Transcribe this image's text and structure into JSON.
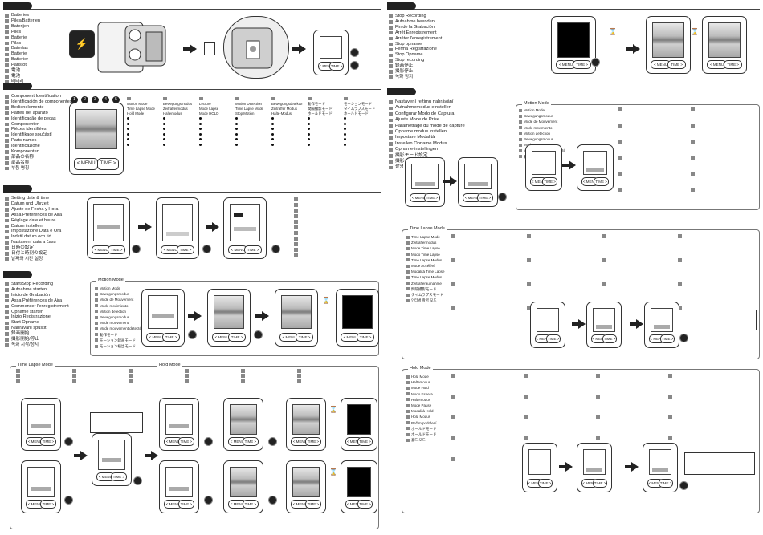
{
  "sections": {
    "batteries": {
      "languages": [
        "Batteries",
        "Piles/Batterien",
        "Baterijen",
        "Piles",
        "Batterie",
        "Pilas",
        "Baterías",
        "Batterie",
        "Batterier",
        "Paristot",
        "電池",
        "電池",
        "배터리"
      ]
    },
    "components": {
      "languages": [
        "Component Identification",
        "Identificación de componentes",
        "Bedienelemente",
        "Partes del aparato",
        "Identificação de peças",
        "Componenten",
        "Pièces identifiées",
        "Identifikace součástí",
        "Parts names",
        "Identificazione",
        "Komponenten",
        "部品の名称",
        "部品名称",
        "부품 명칭"
      ],
      "callouts": [
        "1",
        "2",
        "3",
        "4",
        "5"
      ],
      "mode_labels": [
        "Motion Mode",
        "Time Lapse Mode",
        "Hold Mode",
        "Bewegungsmodus",
        "Zeitraffermodus",
        "Haltemodus",
        "Lecture",
        "Mode Lapse",
        "Mode HOLD",
        "Motion Detection",
        "Time Lapse Mode",
        "Stop Motion",
        "Bewegungsdetektor",
        "Zeitraffer Modus",
        "Halte-Modus",
        "動作モード",
        "間隔撮影モード",
        "ホールドモード",
        "モーションモード",
        "タイムラプスモード",
        "ホールドモード"
      ]
    },
    "datetime": {
      "languages": [
        "Setting date & time",
        "Datum und Uhrzeit",
        "Ajuste de Fecha y Hora",
        "Assa Préférences de Aira",
        "Réglage date et heure",
        "Datum instellen",
        "Impostazione Data e Ora",
        "Indstil datum och tid",
        "Nastavení data a času",
        "日時の設定",
        "日付と時刻の設定",
        "날짜와 시간 설정"
      ]
    },
    "start_stop": {
      "languages": [
        "Start/Stop Recording",
        "Aufnahme starten",
        "Inicio de Grabación",
        "Assa Préférences de Aira",
        "Commencer l'enregistrement",
        "Opname starten",
        "Inizio Registrazione",
        "Start Opname",
        "Nahrávání spustit",
        "録画開始",
        "撮影開始/停止",
        "녹화 시작/정지"
      ],
      "panel_title": "Motion Mode",
      "panel_items": [
        "Motion Mode",
        "Bewegungsmodus",
        "Mode de Mouvement",
        "Modo movimiento",
        "Motion detection",
        "Bewegungsmodus",
        "Mode mouvement",
        "Mode mouvement détecté",
        "動作モード",
        "モーション録画モード",
        "モーション検出モード"
      ]
    },
    "stop_rec": {
      "languages": [
        "Stop Recording",
        "Aufnahme beenden",
        "Fin de la Grabación",
        "Arrêt Enregistrement",
        "Arrêter l'enregistrement",
        "Stop opname",
        "Ferma Registrazione",
        "Stop Opname",
        "Stop recording",
        "録画停止",
        "撮影停止",
        "녹화 정지"
      ]
    },
    "time_lapse_panel": {
      "title": "Time Lapse Mode",
      "items": [
        "Time Lapse Mode",
        "Zeitraffermodus",
        "Mode Time Lapse",
        "Modo Time Lapse",
        "Time Lapse Modus",
        "Mode Accéléré",
        "Modalità Time Lapse",
        "Time Lapse Modus",
        "Zeitrafferaufnahme",
        "間隔撮影モード",
        "タイムラプスモード",
        "인터벌 촬영 모드"
      ]
    },
    "hold_panel": {
      "title": "Hold Mode",
      "items": [
        "Hold Mode",
        "Haltemodus",
        "Mode Hold",
        "Modo Espera",
        "Haltemodus",
        "Mode Pause",
        "Modalità Hold",
        "Hold Modus",
        "Režim podržení",
        "ホールドモード",
        "ホールドモード",
        "홀드 모드"
      ]
    },
    "settings_right": {
      "languages": [
        "Nastavení režimu nahrávání",
        "Aufnahmemodus einstellen",
        "Configurar Modo de Captura",
        "Ajuste Mode de Prise",
        "Paramétrage du mode de capture",
        "Opname modus instellen",
        "Impostare Modalità",
        "Instellen Opname Modus",
        "Opname-instellingen",
        "撮影モード設定",
        "撮影モードの設定",
        "촬영 모드 설정"
      ],
      "panel_title": "Motion Mode"
    },
    "bottom_left": {
      "title1": "Time Lapse Mode",
      "title2": "Hold Mode"
    }
  },
  "buttons": {
    "menu": "< MENU",
    "time": "TIME >"
  },
  "colors": {
    "ink": "#222222",
    "grey": "#888888",
    "photo": "#9a9a9a"
  }
}
